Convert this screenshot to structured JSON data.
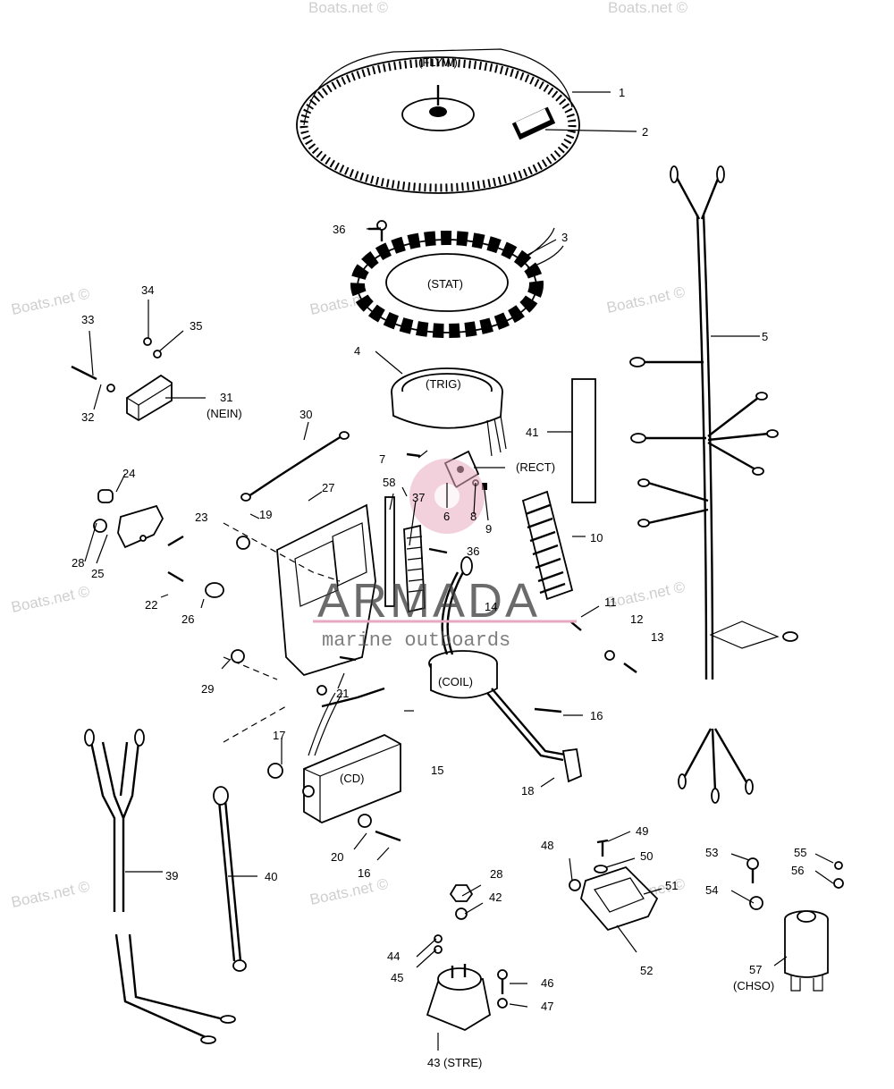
{
  "watermark": {
    "text": "Boats.net ©",
    "color": "#cfcfcf"
  },
  "brand": {
    "name": "ARMADA",
    "tagline": "marine outboards",
    "accent": "#e8a9c0"
  },
  "codes": {
    "flyw": "(FLYW)",
    "stat": "(STAT)",
    "trig": "(TRIG)",
    "rect": "(RECT)",
    "coil": "(COIL)",
    "cd": "(CD)",
    "nein": "(NEIN)",
    "chso": "(CHSO)",
    "stre": "(STRE)"
  },
  "callouts": [
    "1",
    "2",
    "3",
    "4",
    "5",
    "6",
    "7",
    "8",
    "9",
    "10",
    "11",
    "12",
    "13",
    "14",
    "15",
    "16",
    "16",
    "17",
    "18",
    "19",
    "20",
    "21",
    "22",
    "23",
    "24",
    "25",
    "26",
    "27",
    "28",
    "28",
    "29",
    "30",
    "31",
    "32",
    "33",
    "34",
    "35",
    "36",
    "36",
    "37",
    "39",
    "40",
    "41",
    "42",
    "43",
    "44",
    "45",
    "46",
    "47",
    "48",
    "49",
    "50",
    "51",
    "52",
    "53",
    "54",
    "55",
    "56",
    "57",
    "58"
  ]
}
